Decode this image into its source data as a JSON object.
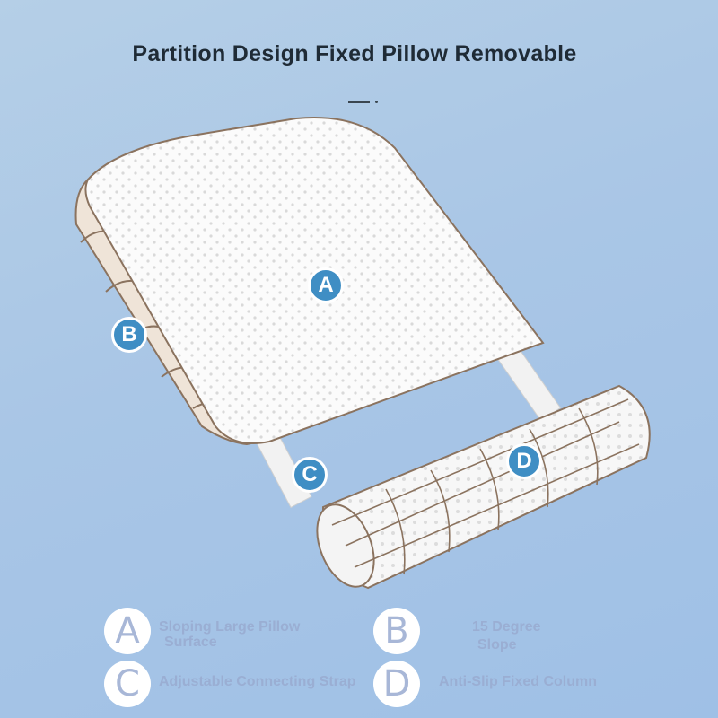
{
  "title": "Partition Design Fixed Pillow Removable",
  "markers": {
    "a": "A",
    "b": "B",
    "c": "C",
    "d": "D"
  },
  "legend": [
    {
      "letter": "A",
      "line1": "Sloping Large Pillow",
      "line2": "Surface"
    },
    {
      "letter": "B",
      "line1": "15 Degree",
      "line2": "Slope"
    },
    {
      "letter": "C",
      "line1": "Adjustable Connecting Strap"
    },
    {
      "letter": "D",
      "line1": "Anti-Slip Fixed Column"
    }
  ],
  "colors": {
    "background": "#a9c6e6",
    "marker": "#3f8ec4",
    "legend_text": "#9aaed3",
    "title": "#1f2b36",
    "pillow_outline": "#8b735f"
  }
}
